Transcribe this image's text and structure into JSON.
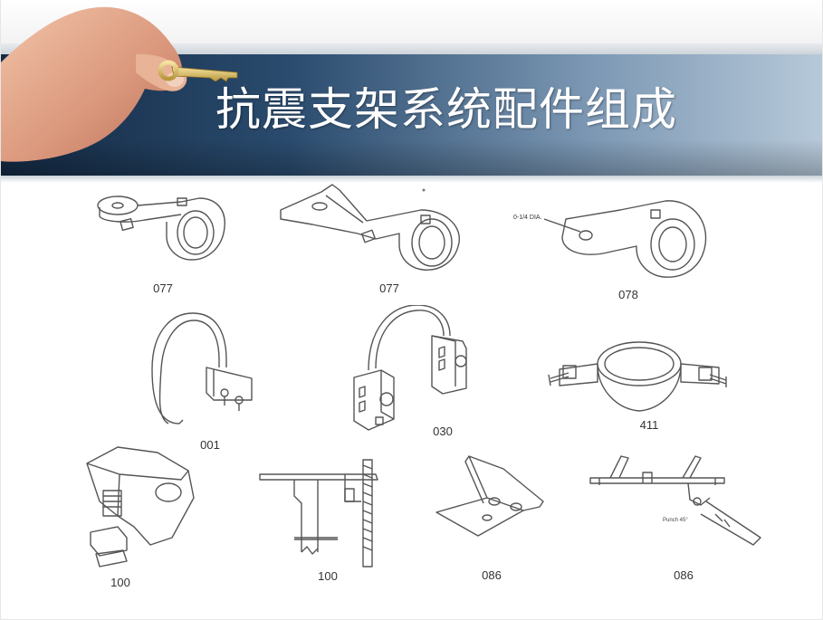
{
  "slide": {
    "title": "抗震支架系统配件组成"
  },
  "parts": [
    {
      "code": "077"
    },
    {
      "code": "077"
    },
    {
      "code": "078",
      "annotation": "0-1/4 DIA."
    },
    {
      "code": "001"
    },
    {
      "code": "030"
    },
    {
      "code": "411"
    },
    {
      "code": "100"
    },
    {
      "code": "100"
    },
    {
      "code": "086"
    },
    {
      "code": "086",
      "annotation": "Punch 45°"
    }
  ],
  "colors": {
    "banner_dark": "#142a44",
    "banner_light": "#b7c9d9",
    "title_text": "#ffffff",
    "drawing_stroke": "#555555"
  },
  "icons": {
    "hand": "hand-holding-key-icon"
  }
}
